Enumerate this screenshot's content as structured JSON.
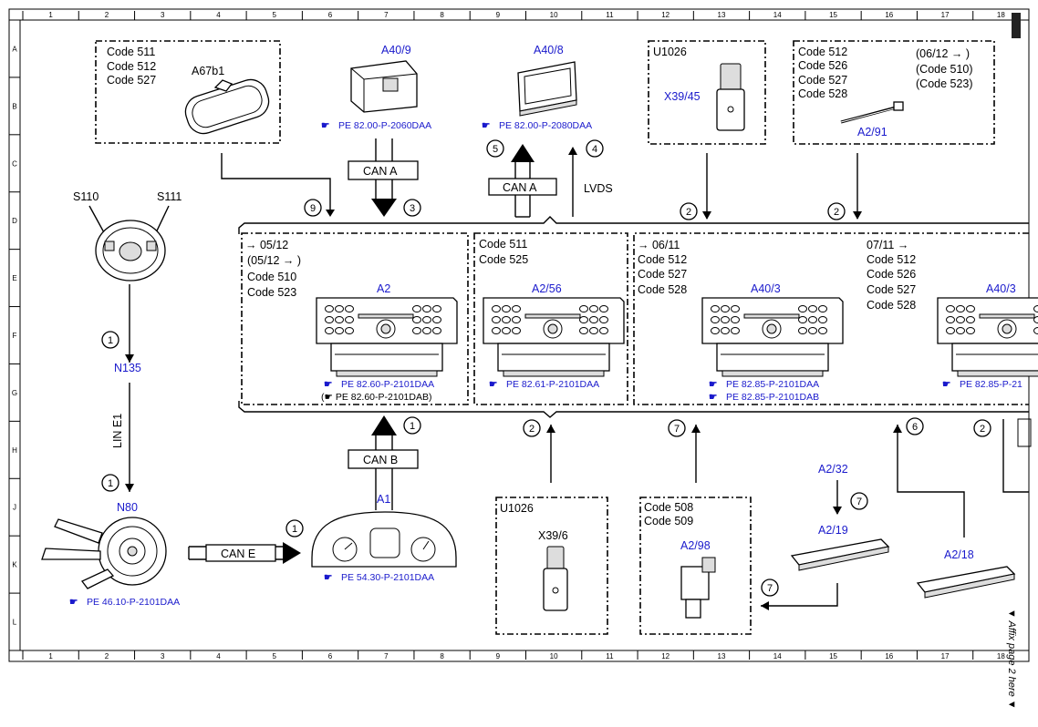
{
  "grid": {
    "columns": [
      "1",
      "2",
      "3",
      "4",
      "5",
      "6",
      "7",
      "8",
      "9",
      "10",
      "11",
      "12",
      "13",
      "14",
      "15",
      "16",
      "17",
      "18"
    ],
    "rows": [
      "A",
      "B",
      "C",
      "D",
      "E",
      "F",
      "G",
      "H",
      "J",
      "K",
      "L"
    ]
  },
  "side_note": "▼ Affix page 2 here ▼",
  "boxes": {
    "a67b1_box": {
      "codes": [
        "Code 511",
        "Code 512",
        "Code 527"
      ],
      "component": "A67b1"
    },
    "u1026_top": {
      "title": "U1026",
      "component": "X39/45"
    },
    "a291_box": {
      "codes": [
        "Code 512",
        "Code 526",
        "Code 527",
        "Code 528"
      ],
      "alt": [
        "(06/12 → )",
        "(Code 510)",
        "(Code 523)"
      ],
      "component": "A2/91"
    },
    "a2_box": {
      "dates": [
        "→ 05/12",
        "(05/12 → )"
      ],
      "codes": [
        "Code 510",
        "Code 523"
      ],
      "component": "A2",
      "refs": [
        "PE 82.60-P-2101DAA",
        "(☛ PE 82.60-P-2101DAB)"
      ]
    },
    "a256_box": {
      "codes": [
        "Code 511",
        "Code 525"
      ],
      "component": "A2/56",
      "ref": "PE 82.61-P-2101DAA"
    },
    "a403_box": {
      "dates": [
        "→ 06/11"
      ],
      "codes": [
        "Code 512",
        "Code 527",
        "Code 528"
      ],
      "component": "A40/3",
      "refs": [
        "PE 82.85-P-2101DAA",
        "PE 82.85-P-2101DAB"
      ]
    },
    "a403b_box": {
      "dates": [
        "07/11 →"
      ],
      "codes": [
        "Code 512",
        "Code 526",
        "Code 527",
        "Code 528"
      ],
      "component": "A40/3",
      "ref": "PE 82.85-P-21"
    },
    "u1026_bottom": {
      "title": "U1026",
      "component": "X39/6"
    },
    "a298_box": {
      "codes": [
        "Code 508",
        "Code 509"
      ],
      "component": "A2/98"
    }
  },
  "components": {
    "a409": {
      "label": "A40/9",
      "ref": "PE 82.00-P-2060DAA"
    },
    "a408": {
      "label": "A40/8",
      "ref": "PE 82.00-P-2080DAA"
    },
    "s110": "S110",
    "s111": "S111",
    "n135": "N135",
    "n80": {
      "label": "N80",
      "ref": "PE 46.10-P-2101DAA"
    },
    "a1": {
      "label": "A1",
      "ref": "PE 54.30-P-2101DAA"
    },
    "a232": "A2/32",
    "a219": "A2/19",
    "a218": "A2/18"
  },
  "buses": {
    "can_a_down": "CAN A",
    "can_a_up": "CAN A",
    "lvds": "LVDS",
    "can_b": "CAN B",
    "can_e": "CAN E",
    "lin": "LIN E1"
  },
  "markers": {
    "m9": "9",
    "m3": "3",
    "m5": "5",
    "m4": "4",
    "m2a": "2",
    "m2b": "2",
    "m1a": "1",
    "m1b": "1",
    "m1c": "1",
    "m1d": "1",
    "m2c": "2",
    "m7a": "7",
    "m6": "6",
    "m2d": "2",
    "m7b": "7",
    "m7c": "7"
  }
}
